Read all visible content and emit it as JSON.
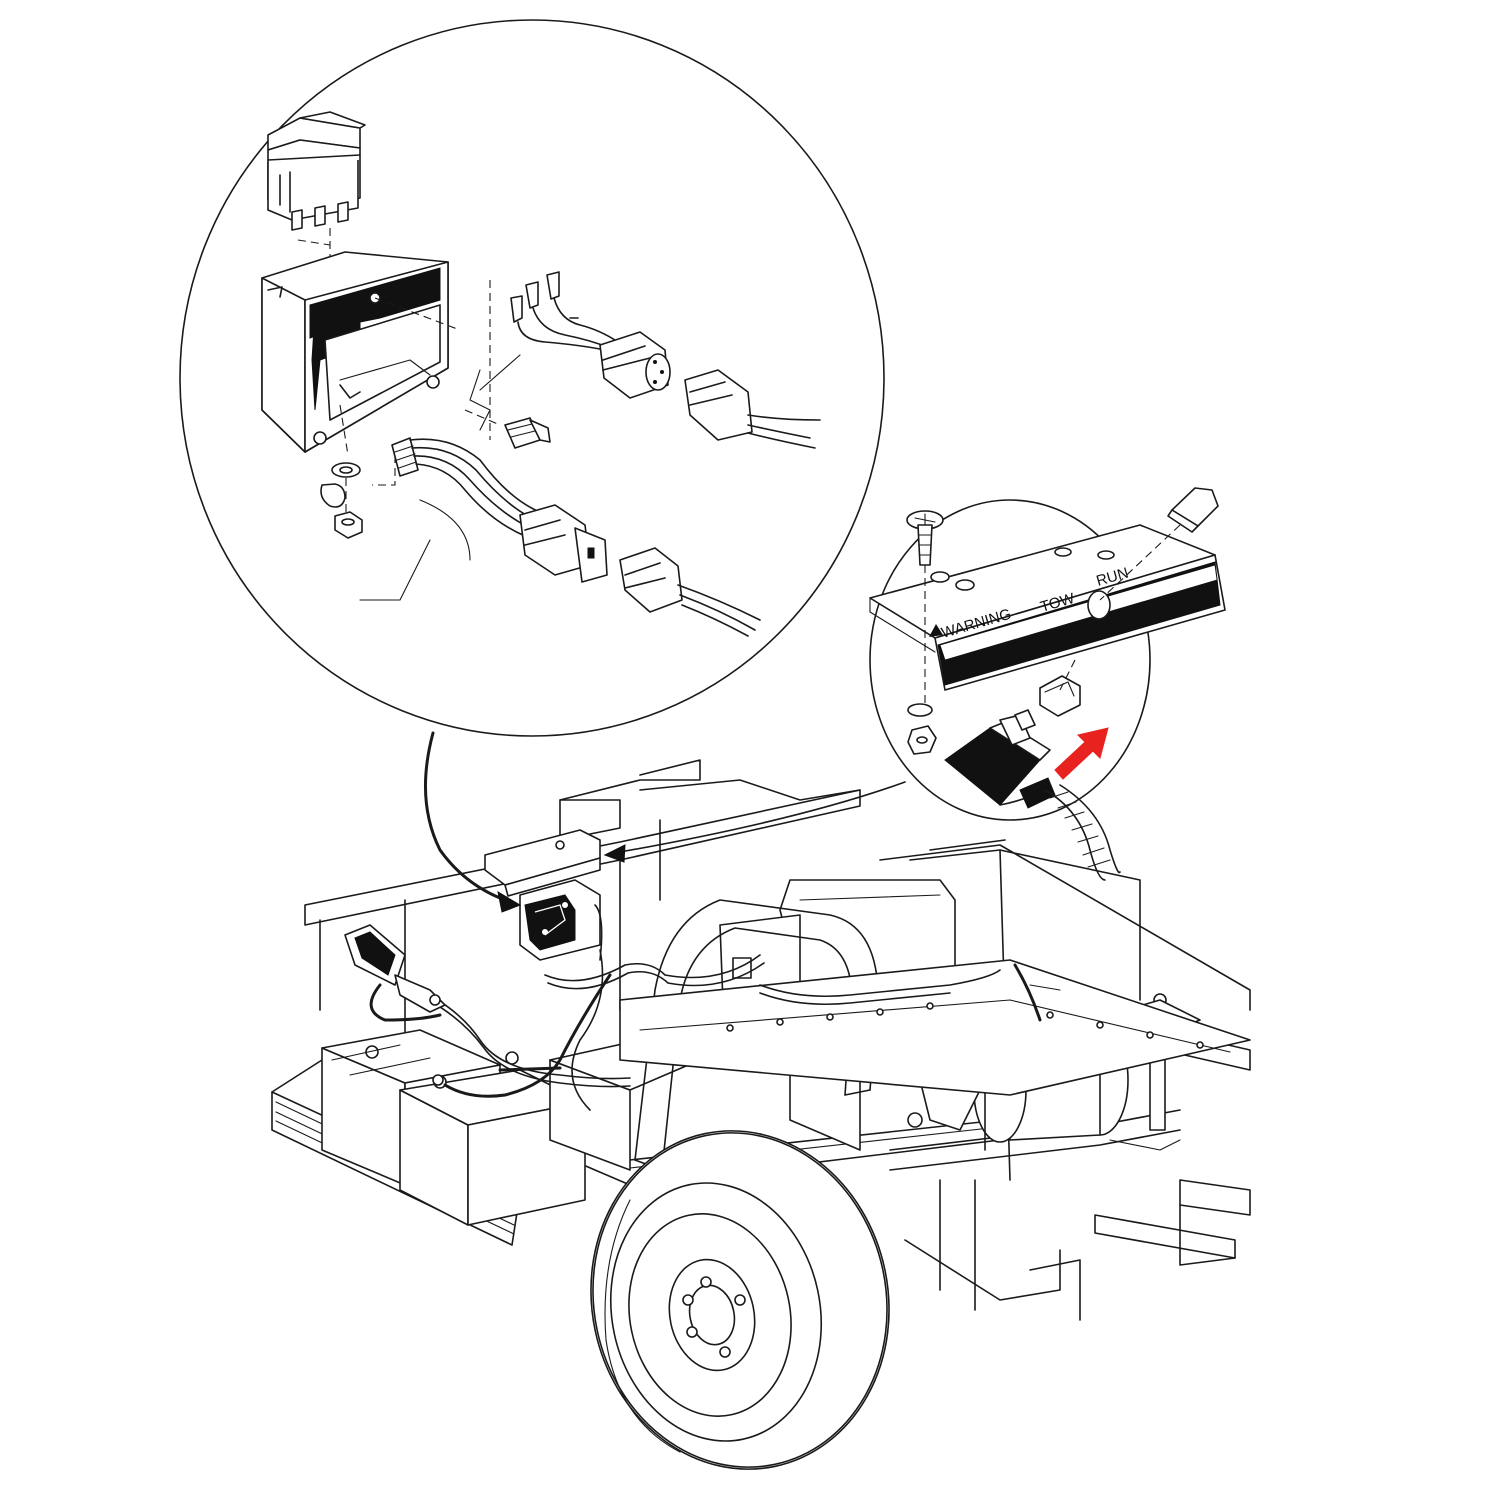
{
  "decal": {
    "warning_text": "WARNING",
    "tow_text": "TOW",
    "run_text": "RUN"
  },
  "colors": {
    "line": "#1a1a1a",
    "fill_dark": "#111111",
    "background": "#ffffff",
    "arrow_accent": "#e8231f"
  }
}
